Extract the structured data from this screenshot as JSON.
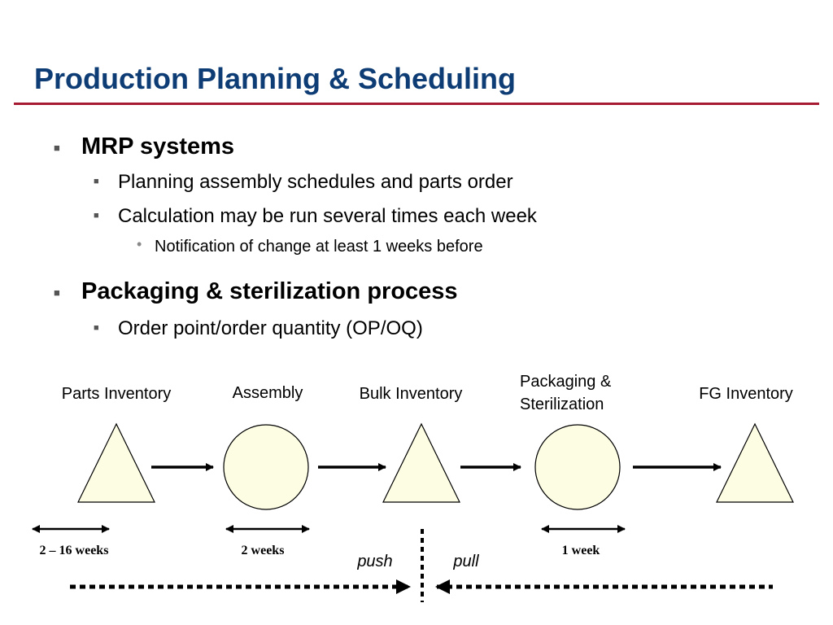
{
  "title": "Production Planning & Scheduling",
  "bullets": [
    {
      "text": "MRP systems"
    },
    {
      "text": "Planning assembly schedules and parts order"
    },
    {
      "text": "Calculation may be run several times each week"
    },
    {
      "text": "Notification of change at least 1 weeks before"
    },
    {
      "text": "Packaging & sterilization process"
    },
    {
      "text": "Order point/order quantity (OP/OQ)"
    }
  ],
  "diagram": {
    "nodes": [
      {
        "label": "Parts Inventory",
        "shape": "triangle"
      },
      {
        "label": "Assembly",
        "shape": "circle"
      },
      {
        "label": "Bulk Inventory",
        "shape": "triangle"
      },
      {
        "label_line1": "Packaging &",
        "label_line2": "Sterilization",
        "shape": "circle"
      },
      {
        "label": "FG Inventory",
        "shape": "triangle"
      }
    ],
    "durations": [
      "2 – 16 weeks",
      "2 weeks",
      "1 week"
    ],
    "push_label": "push",
    "pull_label": "pull",
    "node_fill": "#fdfde3",
    "stroke": "#000000"
  }
}
